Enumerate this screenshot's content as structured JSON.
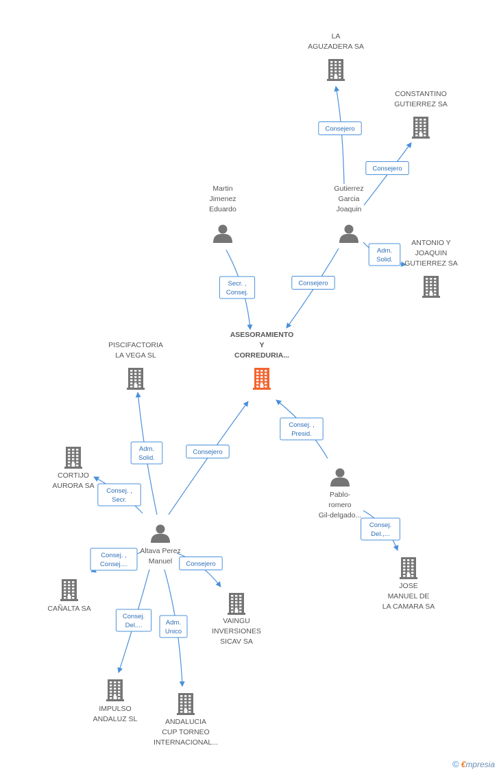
{
  "nodes": [
    {
      "id": "main",
      "type": "company",
      "highlight": true,
      "label": [
        "ASESORAMIENTO",
        "Y",
        "CORREDURIA..."
      ]
    },
    {
      "id": "aguzadera",
      "type": "company",
      "label": [
        "LA",
        "AGUZADERA SA"
      ]
    },
    {
      "id": "constantino",
      "type": "company",
      "label": [
        "CONSTANTINO",
        "GUTIERREZ SA"
      ]
    },
    {
      "id": "antonio",
      "type": "company",
      "label": [
        "ANTONIO Y",
        "JOAQUIN",
        "GUTIERREZ SA"
      ]
    },
    {
      "id": "gutierrez",
      "type": "person",
      "label": [
        "Gutierrez",
        "Garcia",
        "Joaquin"
      ]
    },
    {
      "id": "martin",
      "type": "person",
      "label": [
        "Martin",
        "Jimenez",
        "Eduardo"
      ]
    },
    {
      "id": "piscifactoria",
      "type": "company",
      "label": [
        "PISCIFACTORIA",
        "LA VEGA  SL"
      ]
    },
    {
      "id": "cortijo",
      "type": "company",
      "label": [
        "CORTIJO",
        "AURORA SA"
      ]
    },
    {
      "id": "altava",
      "type": "person",
      "label": [
        "Altava Perez",
        "Manuel"
      ]
    },
    {
      "id": "pablo",
      "type": "person",
      "label": [
        "Pablo-",
        "romero",
        "Gil-delgado..."
      ]
    },
    {
      "id": "jose",
      "type": "company",
      "label": [
        "JOSE",
        "MANUEL DE",
        "LA CAMARA SA"
      ]
    },
    {
      "id": "canalta",
      "type": "company",
      "label": [
        "CAÑALTA SA"
      ]
    },
    {
      "id": "vaingu",
      "type": "company",
      "label": [
        "VAINGU",
        "INVERSIONES",
        "SICAV SA"
      ]
    },
    {
      "id": "impulso",
      "type": "company",
      "label": [
        "IMPULSO",
        "ANDALUZ SL"
      ]
    },
    {
      "id": "andalucia",
      "type": "company",
      "label": [
        "ANDALUCIA",
        "CUP TORNEO",
        "INTERNACIONAL..."
      ]
    }
  ],
  "edges": [
    {
      "from": "gutierrez",
      "to": "aguzadera",
      "label": [
        "Consejero"
      ]
    },
    {
      "from": "gutierrez",
      "to": "constantino",
      "label": [
        "Consejero"
      ]
    },
    {
      "from": "gutierrez",
      "to": "antonio",
      "label": [
        "Adm.",
        "Solid."
      ]
    },
    {
      "from": "gutierrez",
      "to": "main",
      "label": [
        "Consejero"
      ]
    },
    {
      "from": "martin",
      "to": "main",
      "label": [
        "Secr. ,",
        "Consej."
      ]
    },
    {
      "from": "pablo",
      "to": "main",
      "label": [
        "Consej. ,",
        "Presid."
      ]
    },
    {
      "from": "pablo",
      "to": "jose",
      "label": [
        "Consej.",
        "Del.,..."
      ]
    },
    {
      "from": "altava",
      "to": "main",
      "label": [
        "Consejero"
      ]
    },
    {
      "from": "altava",
      "to": "piscifactoria",
      "label": [
        "Adm.",
        "Solid."
      ]
    },
    {
      "from": "altava",
      "to": "cortijo",
      "label": [
        "Consej. ,",
        "Secr."
      ]
    },
    {
      "from": "altava",
      "to": "canalta",
      "label": [
        "Consej. ,",
        "Consej...."
      ]
    },
    {
      "from": "altava",
      "to": "vaingu",
      "label": [
        "Consejero"
      ]
    },
    {
      "from": "altava",
      "to": "impulso",
      "label": [
        "Consej.",
        "Del...."
      ]
    },
    {
      "from": "altava",
      "to": "andalucia",
      "label": [
        "Adm.",
        "Unico"
      ]
    }
  ],
  "colors": {
    "edge": "#4a90d9",
    "edge_text": "#2f6fb8",
    "icon": "#757575",
    "highlight": "#f26430",
    "label": "#555555"
  },
  "footer": {
    "copyright_symbol": "©",
    "brand_initial": "€",
    "brand_rest": "mpresia"
  }
}
